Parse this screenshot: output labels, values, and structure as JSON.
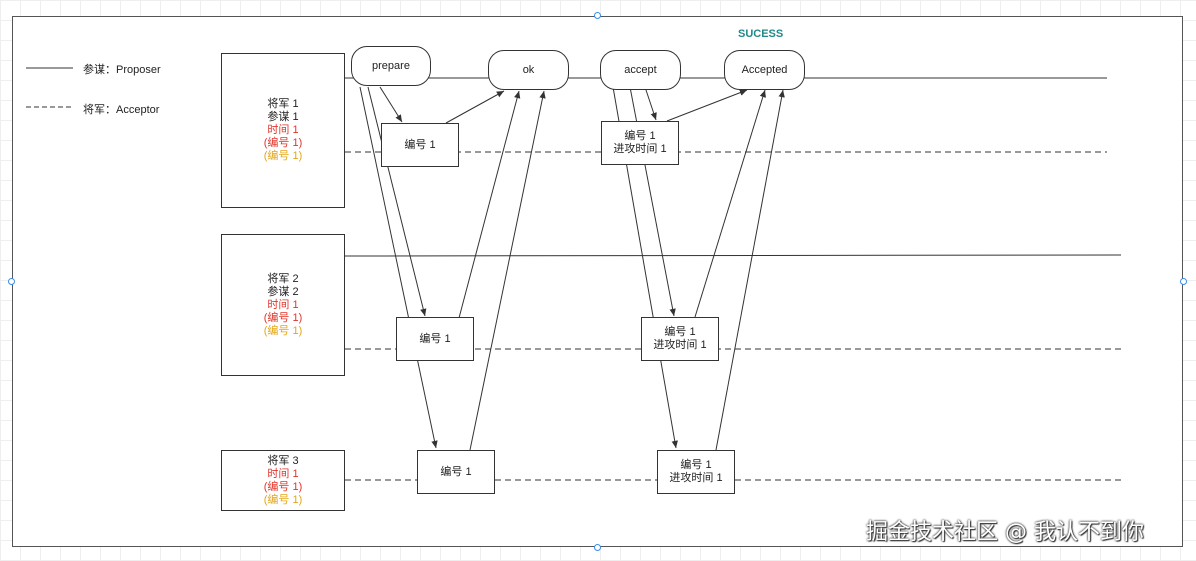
{
  "legend": {
    "proposer": "参谋：Proposer",
    "acceptor": "将军：Acceptor"
  },
  "general1": {
    "line1": "将军 1",
    "line2": "参谋 1",
    "line3": "时间 1",
    "line4": "(编号 1)",
    "line5": "(编号 1)"
  },
  "general2": {
    "line1": "将军 2",
    "line2": "参谋 2",
    "line3": "时间 1",
    "line4": "(编号 1)",
    "line5": "(编号 1)"
  },
  "general3": {
    "line1": "将军 3",
    "line2": "时间 1",
    "line3": "(编号 1)",
    "line4": "(编号 1)"
  },
  "phase": {
    "prepare": "prepare",
    "ok": "ok",
    "accept": "accept",
    "accepted": "Accepted",
    "sucess": "SUCESS"
  },
  "boxes": {
    "number1": "编号 1",
    "attack_time": "进攻时间 1"
  },
  "watermark": "掘金技术社区 @ 我认不到你",
  "colors": {
    "red": "#e0352b",
    "yellow": "#e3a617",
    "teal": "#1f8a8a",
    "handle": "#3a8ee6"
  }
}
